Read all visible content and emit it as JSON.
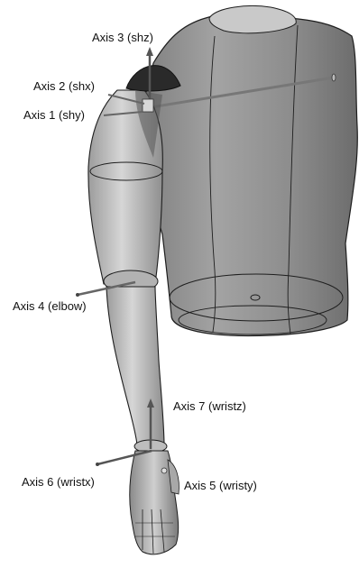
{
  "labels": {
    "axis3": "Axis 3 (shz)",
    "axis2": "Axis 2 (shx)",
    "axis1": "Axis 1 (shy)",
    "axis4": "Axis 4 (elbow)",
    "axis7": "Axis 7 (wristz)",
    "axis6": "Axis 6 (wristx)",
    "axis5": "Axis 5 (wristy)"
  },
  "colors": {
    "torso": "#8f8f8f",
    "arm": "#b9b9b9",
    "outline": "#1e1e1e",
    "shoulder_cap": "#2a2a2a",
    "axis_rod": "#777777"
  }
}
